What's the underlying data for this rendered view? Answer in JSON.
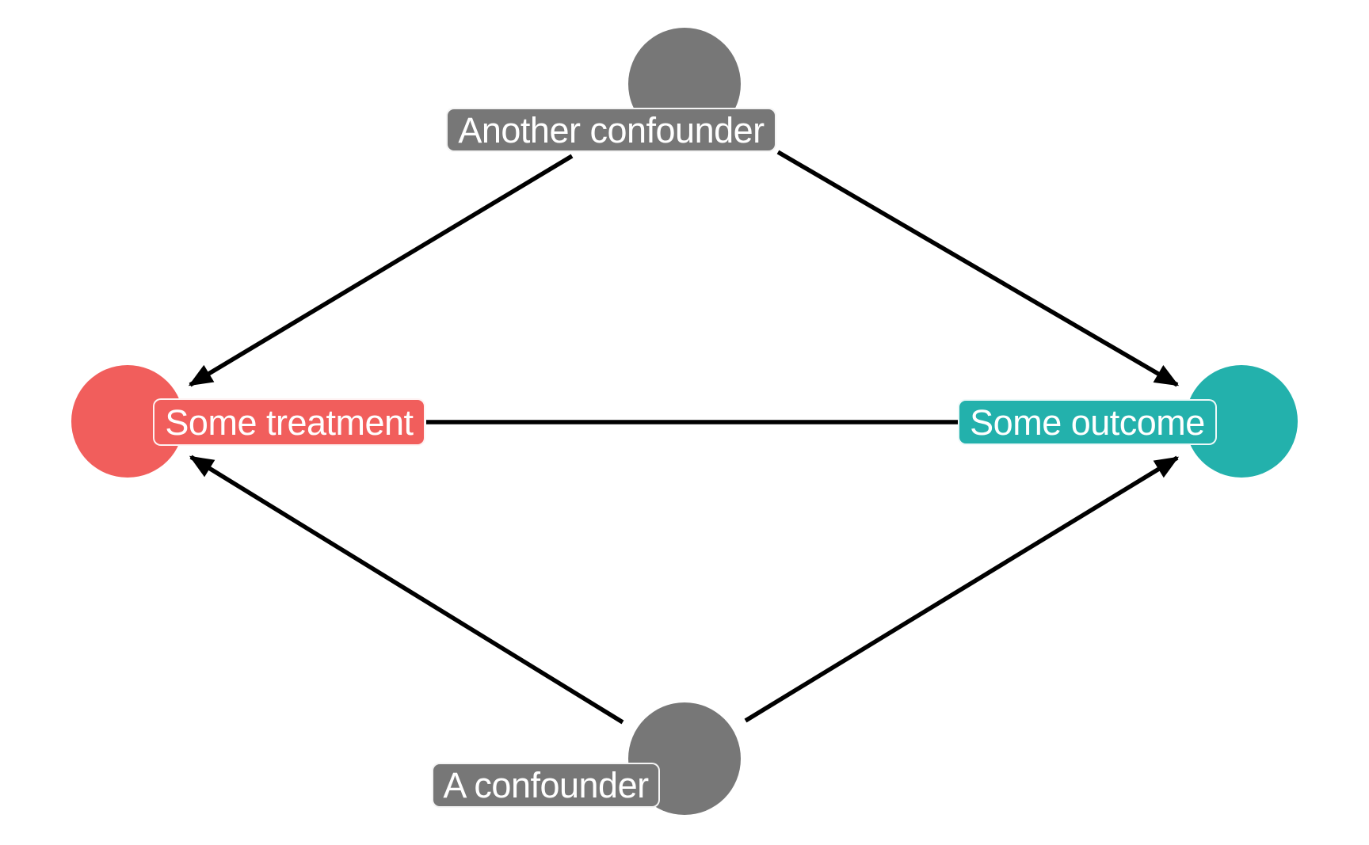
{
  "diagram": {
    "type": "dag",
    "background_color": "#ffffff",
    "edge_color": "#000000",
    "label_text_color": "#ffffff",
    "nodes": [
      {
        "id": "another-confounder",
        "label": "Another confounder",
        "color": "#777777",
        "position": "top"
      },
      {
        "id": "some-treatment",
        "label": "Some treatment",
        "color": "#f15e5c",
        "position": "left"
      },
      {
        "id": "some-outcome",
        "label": "Some outcome",
        "color": "#23b1ac",
        "position": "right"
      },
      {
        "id": "a-confounder",
        "label": "A confounder",
        "color": "#777777",
        "position": "bottom"
      }
    ],
    "edges": [
      {
        "from": "Another confounder",
        "to": "Some treatment",
        "arrow": true
      },
      {
        "from": "Another confounder",
        "to": "Some outcome",
        "arrow": true
      },
      {
        "from": "A confounder",
        "to": "Some treatment",
        "arrow": true
      },
      {
        "from": "A confounder",
        "to": "Some outcome",
        "arrow": true
      },
      {
        "from": "Some treatment",
        "to": "Some outcome",
        "arrow": false
      }
    ]
  }
}
